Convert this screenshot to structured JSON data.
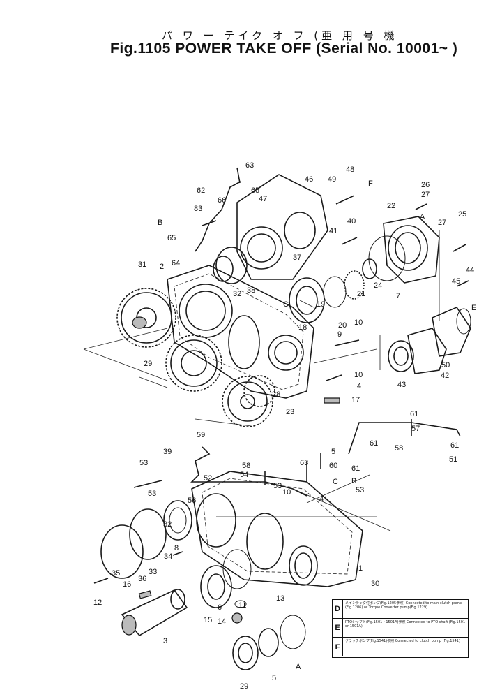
{
  "header": {
    "title_jp": "パ ワ ー テイク オ フ (亜 用 号 機",
    "title": "Fig.1105 POWER TAKE OFF (Serial No. 10001~ )"
  },
  "callouts": [
    "63",
    "62",
    "65",
    "46",
    "48",
    "49",
    "F",
    "47",
    "83",
    "66",
    "B",
    "65",
    "64",
    "37",
    "38",
    "32",
    "41",
    "40",
    "22",
    "27",
    "26",
    "A",
    "25",
    "27",
    "44",
    "45",
    "E",
    "31",
    "2",
    "C",
    "18",
    "19",
    "20",
    "21",
    "24",
    "7",
    "10",
    "9",
    "10",
    "4",
    "17",
    "29",
    "28",
    "23",
    "43",
    "42",
    "50",
    "59",
    "61",
    "57",
    "61",
    "58",
    "61",
    "51",
    "5",
    "63",
    "60",
    "61",
    "B",
    "53",
    "C",
    "41",
    "39",
    "53",
    "52",
    "53",
    "56",
    "58",
    "54",
    "53",
    "10",
    "32",
    "8",
    "34",
    "33",
    "16",
    "36",
    "35",
    "12",
    "6",
    "13",
    "11",
    "14",
    "15",
    "3",
    "1",
    "30",
    "29",
    "5",
    "A"
  ],
  "legend": [
    {
      "key": "D",
      "text": "メインテック付ポンプ(Fig.1205参照)  Connected to main clutch pump (Fig.1206) or Torque Converter pump(Fig.1229)"
    },
    {
      "key": "E",
      "text": "PTOシャフト(Fig.1501・1501A)参照  Connected to PTO shaft (Fig.1501 or 1501A)"
    },
    {
      "key": "F",
      "text": "クラッチポンプ(Fig.1541)参照  Connected to clutch pump (Fig.1541)"
    }
  ]
}
